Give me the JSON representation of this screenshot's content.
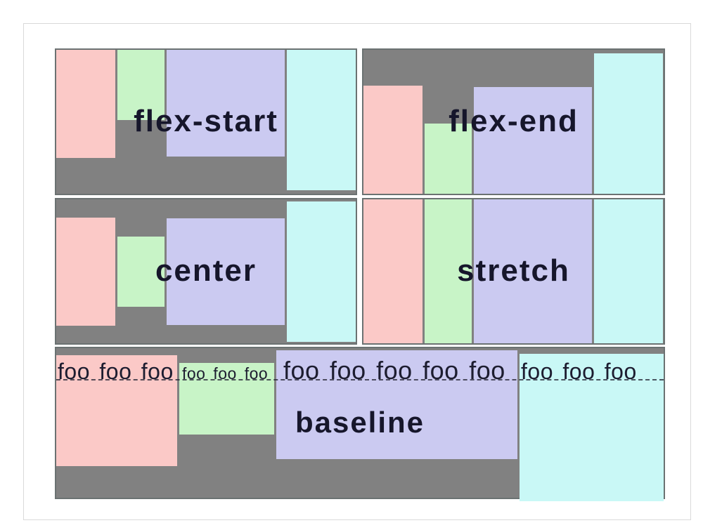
{
  "colors": {
    "pink": "#fbc9c7",
    "green": "#c8f4c7",
    "lavender": "#cbcaf1",
    "cyan": "#c9f8f6",
    "container_gray": "#818181",
    "panel_border": "#6b7272",
    "label_text": "#16162b",
    "foo_text": "#1d1d30",
    "baseline_dash": "#31313a",
    "card_border": "#d9d9d9",
    "page_bg": "#ffffff"
  },
  "panels": [
    {
      "label": "flex-start",
      "items": [
        {
          "color": "pink"
        },
        {
          "color": "green"
        },
        {
          "color": "lavender"
        },
        {
          "color": "cyan"
        }
      ]
    },
    {
      "label": "flex-end",
      "items": [
        {
          "color": "pink"
        },
        {
          "color": "green"
        },
        {
          "color": "lavender"
        },
        {
          "color": "cyan"
        }
      ]
    },
    {
      "label": "center",
      "items": [
        {
          "color": "pink"
        },
        {
          "color": "green"
        },
        {
          "color": "lavender"
        },
        {
          "color": "cyan"
        }
      ]
    },
    {
      "label": "stretch",
      "items": [
        {
          "color": "pink"
        },
        {
          "color": "green"
        },
        {
          "color": "lavender"
        },
        {
          "color": "cyan"
        }
      ]
    },
    {
      "label": "baseline",
      "items": [
        {
          "color": "pink",
          "text": "foo foo foo"
        },
        {
          "color": "green",
          "text": "foo foo foo"
        },
        {
          "color": "lavender",
          "text": "foo foo foo foo foo"
        },
        {
          "color": "cyan",
          "text": "foo foo foo"
        }
      ]
    }
  ]
}
